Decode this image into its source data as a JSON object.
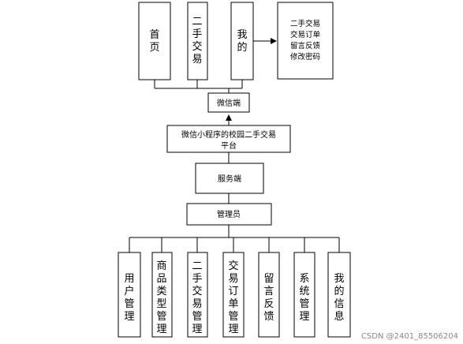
{
  "top_modules": [
    "首页",
    "二手交易",
    "我的"
  ],
  "mine_features": [
    "二手交易",
    "交易订单",
    "留言反馈",
    "修改密码"
  ],
  "client": "微信端",
  "platform": [
    "微信小程序的校园二手交易",
    "平台"
  ],
  "server": "服务端",
  "admin": "管理员",
  "admin_modules": [
    "用户管理",
    "商品类型管理",
    "二手交易管理",
    "交易订单管理",
    "留言反馈",
    "系统管理",
    "我的信息"
  ],
  "watermark": "CSDN @2401_85506204"
}
